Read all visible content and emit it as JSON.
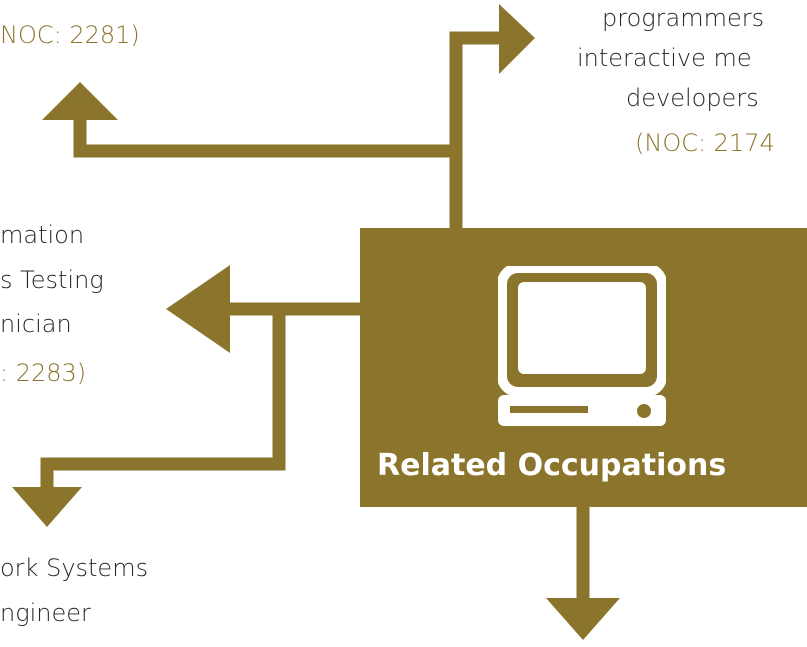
{
  "colors": {
    "accent": "#8b742c",
    "text": "#262626",
    "white": "#ffffff"
  },
  "hub": {
    "title": "Related Occupations",
    "icon": "computer-icon"
  },
  "occupations": {
    "top_left": {
      "noc": "NOC: 2281)"
    },
    "top_right": {
      "lines": [
        "programmers",
        "interactive me",
        "developers"
      ],
      "noc": "(NOC: 2174"
    },
    "left": {
      "lines": [
        "mation",
        "s Testing",
        "nician"
      ],
      "noc": ": 2283)"
    },
    "bottom_left": {
      "lines": [
        "ork Systems",
        "ngineer"
      ]
    }
  }
}
